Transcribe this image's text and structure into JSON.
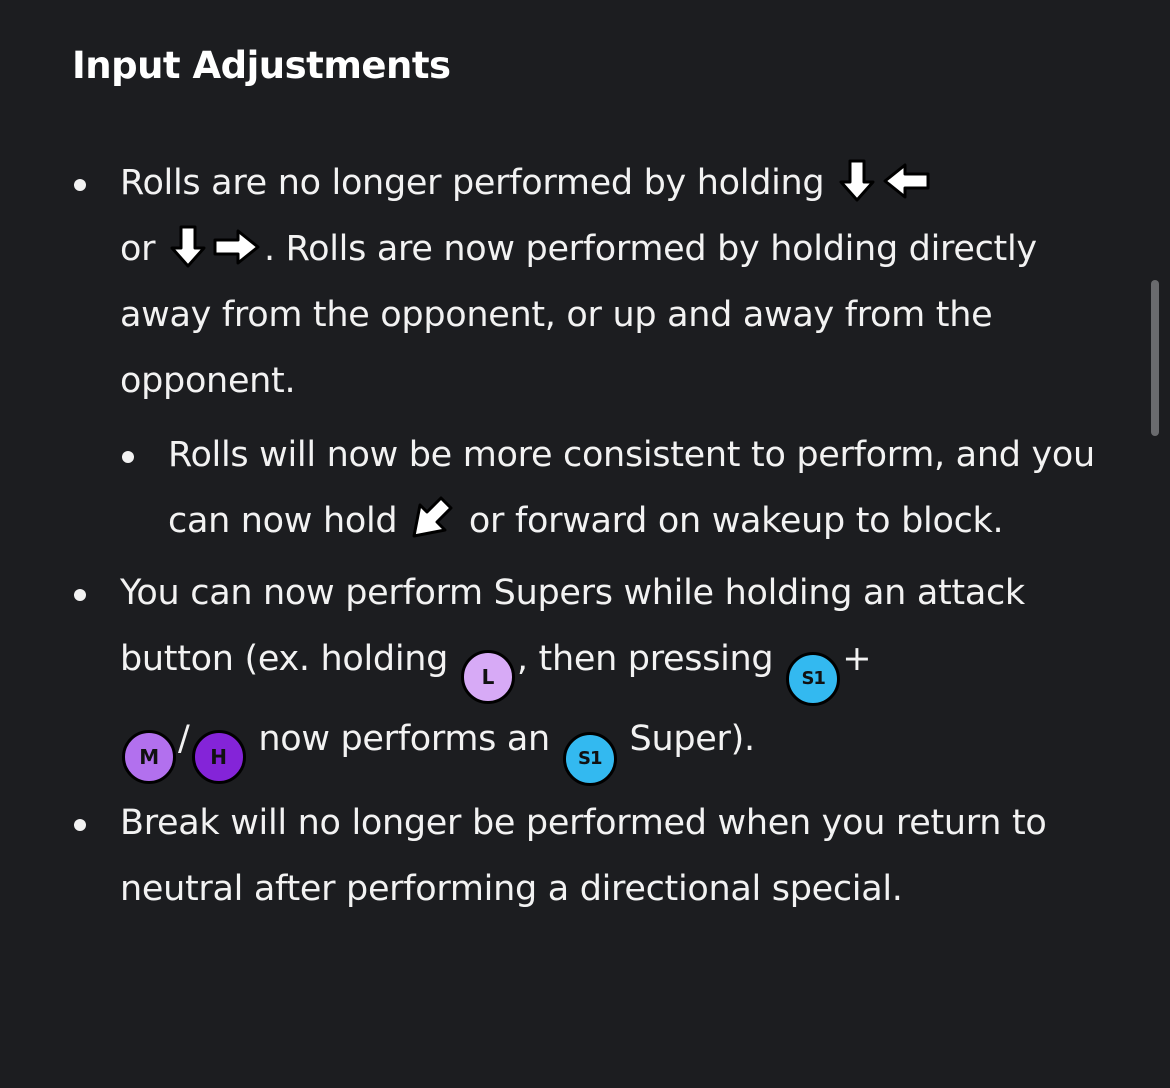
{
  "heading": "Input Adjustments",
  "items": [
    {
      "t1": "Rolls are no longer performed by holding ",
      "t2": "or ",
      "t3": ". Rolls are now performed by holding directly away from the opponent, or up and away from the opponent.",
      "icons": [
        "down-arrow",
        "left-arrow",
        "down-arrow",
        "right-arrow"
      ],
      "sub": {
        "t1": "Rolls will now be more consistent to perform, and you can now hold ",
        "t2": " or forward on wakeup to block.",
        "icons": [
          "down-left-arrow"
        ]
      }
    },
    {
      "t1": "You can now perform Supers while holding an attack button (ex. holding ",
      "t2": ", then pressing ",
      "t3": "+",
      "t4": "/",
      "t5": " now performs an ",
      "t6": " Super).",
      "buttons": {
        "L": "L",
        "S1": "S1",
        "M": "M",
        "H": "H"
      },
      "button_colors": {
        "L": "#d7aaf6",
        "M": "#b270ee",
        "H": "#8424d8",
        "S1": "#33b9f0"
      }
    },
    {
      "text": "Break will no longer be performed when you return to neutral after performing a directional special."
    }
  ],
  "colors": {
    "background": "#1c1d20",
    "text": "#f2f2f2"
  }
}
